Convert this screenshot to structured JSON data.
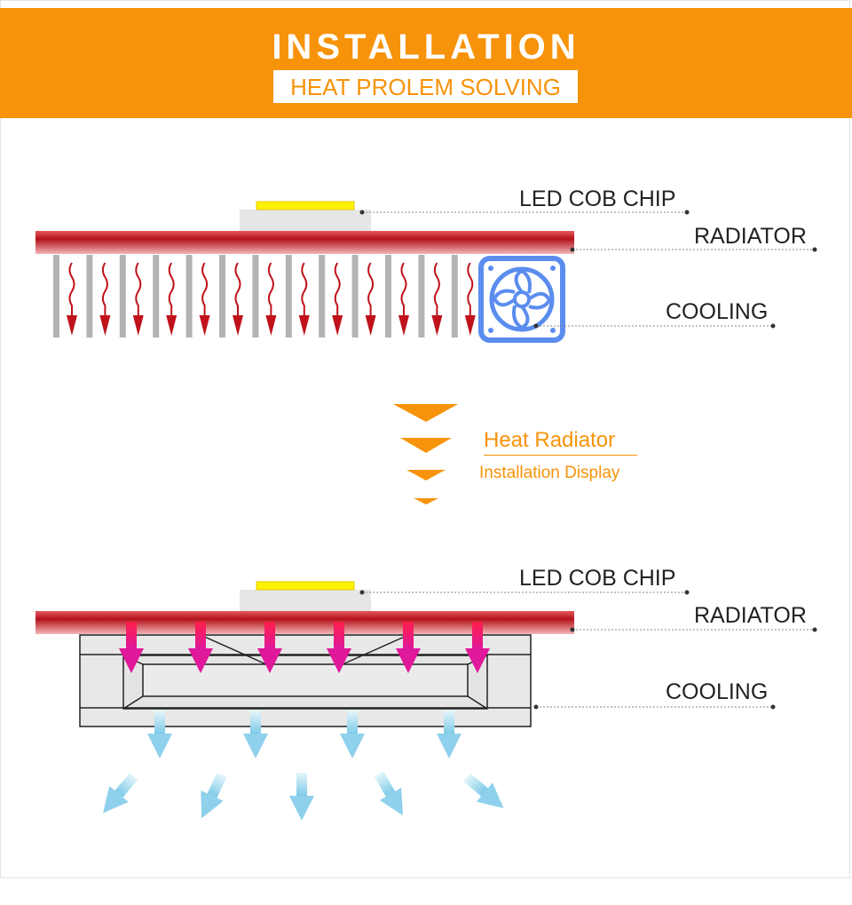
{
  "header": {
    "title": "INSTALLATION",
    "subtitle": "HEAT PROLEM SOLVING"
  },
  "top_diagram": {
    "chip_label": "LED COB CHIP",
    "radiator_label": "RADIATOR",
    "cooling_label": "COOLING",
    "cooling_icon": "fan-icon"
  },
  "middle": {
    "title": "Heat Radiator",
    "subtitle": "Installation Display",
    "icon": "chevron-down-icon"
  },
  "bottom_diagram": {
    "chip_label": "LED COB CHIP",
    "radiator_label": "RADIATOR",
    "cooling_label": "COOLING"
  },
  "colors": {
    "accent": "#f7930a",
    "radiator": "#c0392b",
    "chip": "#fff200",
    "fan": "#5b8def",
    "heat_arrow": "#e0186c",
    "cool_arrow": "#8fd0ec"
  }
}
